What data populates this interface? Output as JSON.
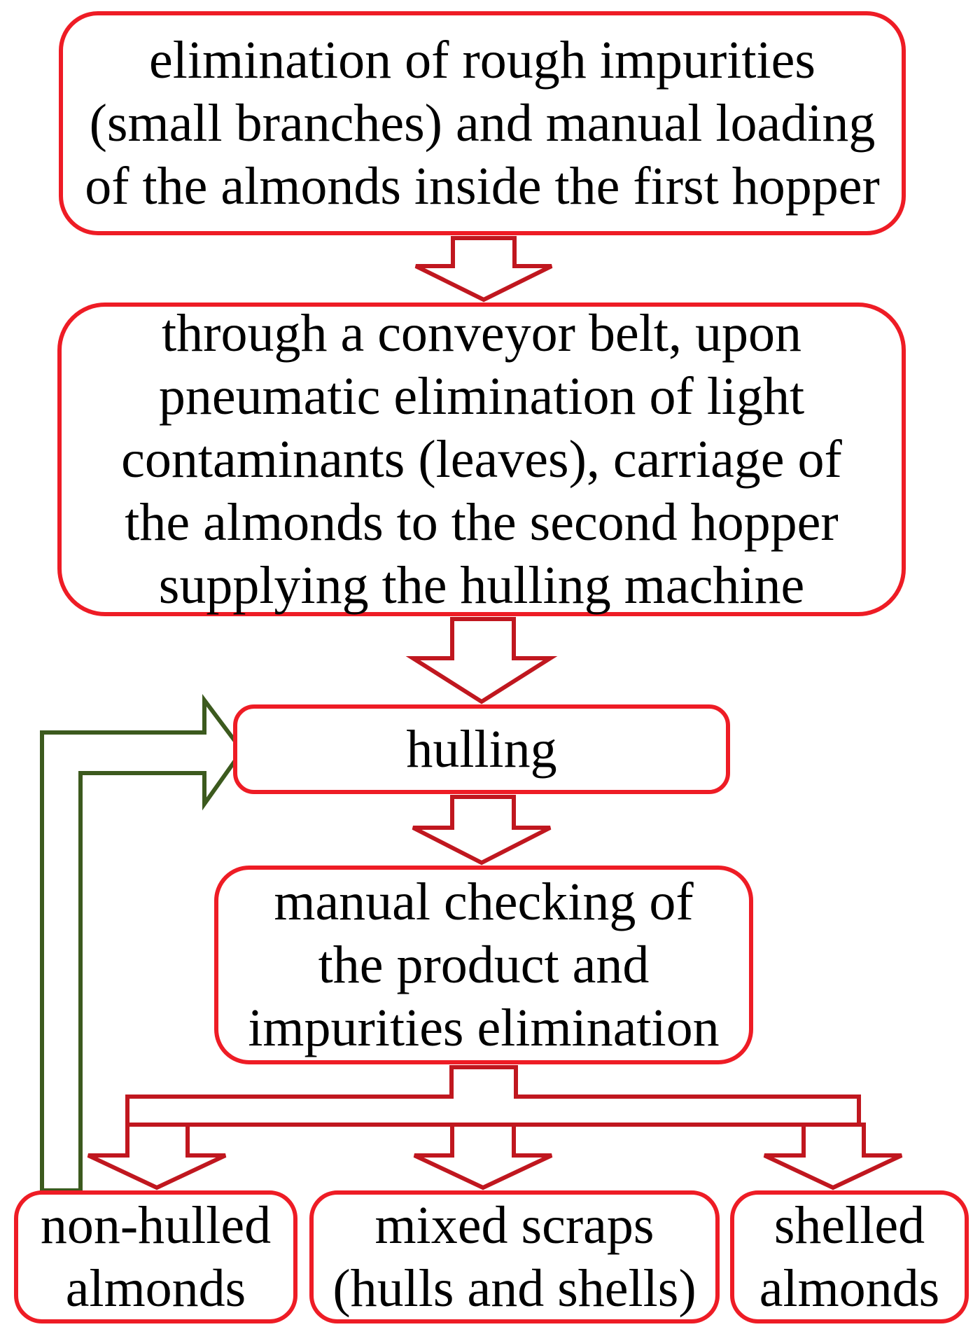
{
  "diagram": {
    "colors": {
      "box_border": "#ee1c25",
      "arrow_stroke": "#c0171f",
      "feedback_arrow": "#3c5a1e",
      "text": "#000000",
      "background": "#ffffff"
    },
    "steps": [
      {
        "lines": [
          "elimination of rough impurities",
          "(small branches) and manual loading",
          "of the almonds inside the first hopper"
        ]
      },
      {
        "lines": [
          "through a conveyor belt, upon",
          "pneumatic elimination of light",
          "contaminants (leaves), carriage of",
          "the almonds to the second hopper",
          "supplying the hulling machine"
        ]
      },
      {
        "lines": [
          "hulling"
        ]
      },
      {
        "lines": [
          "manual checking of",
          "the product and",
          "impurities elimination"
        ]
      }
    ],
    "outputs": [
      {
        "lines": [
          "non-hulled",
          "almonds"
        ]
      },
      {
        "lines": [
          "mixed scraps",
          "(hulls and shells)"
        ]
      },
      {
        "lines": [
          "shelled",
          "almonds"
        ]
      }
    ]
  }
}
